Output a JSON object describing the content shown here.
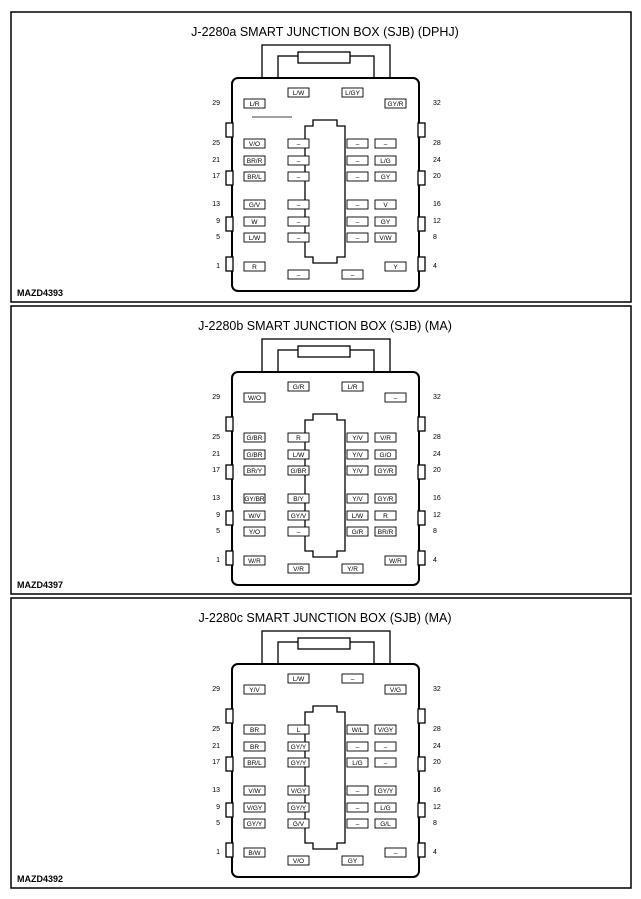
{
  "panels": [
    {
      "title": "J-2280a SMART JUNCTION BOX (SJB) (DPHJ)",
      "code": "MAZD4393",
      "pins_left": [
        "29",
        "25",
        "21",
        "17",
        "13",
        "9",
        "5",
        "1"
      ],
      "pins_right": [
        "32",
        "28",
        "24",
        "20",
        "16",
        "12",
        "8",
        "4"
      ],
      "labels": {
        "top_left": "L/W",
        "top_right": "L/GY",
        "r1a": "L/R",
        "r1d": "GY/R",
        "r2a": "V/O",
        "r2b": "–",
        "r2c": "–",
        "r2d": "–",
        "r3a": "BR/R",
        "r3b": "–",
        "r3c": "–",
        "r3d": "L/G",
        "r4a": "BR/L",
        "r4b": "–",
        "r4c": "–",
        "r4d": "GY",
        "r5a": "G/V",
        "r5b": "–",
        "r5c": "–",
        "r5d": "V",
        "r6a": "W",
        "r6b": "–",
        "r6c": "–",
        "r6d": "GY",
        "r7a": "L/W",
        "r7b": "–",
        "r7c": "–",
        "r7d": "V/W",
        "r8a": "R",
        "r8d": "Y",
        "bottom_left": "–",
        "bottom_right": "–"
      }
    },
    {
      "title": "J-2280b SMART JUNCTION BOX (SJB) (MA)",
      "code": "MAZD4397",
      "pins_left": [
        "29",
        "25",
        "21",
        "17",
        "13",
        "9",
        "5",
        "1"
      ],
      "pins_right": [
        "32",
        "28",
        "24",
        "20",
        "16",
        "12",
        "8",
        "4"
      ],
      "labels": {
        "top_left": "G/R",
        "top_right": "L/R",
        "r1a": "W/O",
        "r1d": "–",
        "r2a": "G/BR",
        "r2b": "R",
        "r2c": "Y/V",
        "r2d": "V/R",
        "r3a": "G/BR",
        "r3b": "L/W",
        "r3c": "Y/V",
        "r3d": "G/O",
        "r4a": "BR/Y",
        "r4b": "G/BR",
        "r4c": "Y/V",
        "r4d": "GY/R",
        "r5a": "GY/BR",
        "r5b": "B/Y",
        "r5c": "Y/V",
        "r5d": "GY/R",
        "r6a": "W/V",
        "r6b": "GY/V",
        "r6c": "L/W",
        "r6d": "R",
        "r7a": "Y/O",
        "r7b": "–",
        "r7c": "G/R",
        "r7d": "BR/R",
        "r8a": "W/R",
        "r8d": "W/R",
        "bottom_left": "V/R",
        "bottom_right": "Y/R"
      }
    },
    {
      "title": "J-2280c SMART JUNCTION BOX (SJB) (MA)",
      "code": "MAZD4392",
      "pins_left": [
        "29",
        "25",
        "21",
        "17",
        "13",
        "9",
        "5",
        "1"
      ],
      "pins_right": [
        "32",
        "28",
        "24",
        "20",
        "16",
        "12",
        "8",
        "4"
      ],
      "labels": {
        "top_left": "L/W",
        "top_right": "–",
        "r1a": "Y/V",
        "r1d": "V/G",
        "r2a": "BR",
        "r2b": "L",
        "r2c": "W/L",
        "r2d": "V/GY",
        "r3a": "BR",
        "r3b": "GY/Y",
        "r3c": "–",
        "r3d": "–",
        "r4a": "BR/L",
        "r4b": "GY/Y",
        "r4c": "L/G",
        "r4d": "–",
        "r5a": "V/W",
        "r5b": "V/GY",
        "r5c": "–",
        "r5d": "GY/Y",
        "r6a": "V/GY",
        "r6b": "GY/Y",
        "r6c": "–",
        "r6d": "L/G",
        "r7a": "GY/Y",
        "r7b": "G/V",
        "r7c": "–",
        "r7d": "G/L",
        "r8a": "B/W",
        "r8d": "–",
        "bottom_left": "V/O",
        "bottom_right": "GY"
      }
    }
  ]
}
